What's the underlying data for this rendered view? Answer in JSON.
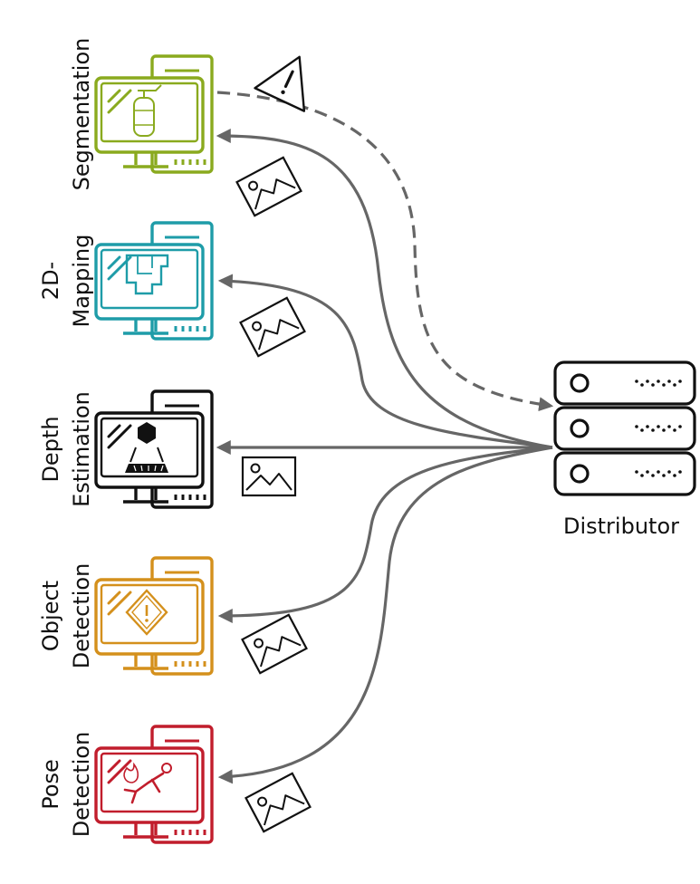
{
  "distributor": {
    "label": "Distributor",
    "color": "#111111"
  },
  "arrow_color": "#666666",
  "warning_icon": "warning-triangle-icon",
  "image_icon": "image-icon",
  "workers": [
    {
      "id": "segmentation",
      "lines": [
        "Segmentation"
      ],
      "color": "#8aaa1e",
      "screen_icon": "fire-extinguisher-icon",
      "feedback": "dashed-return-with-warning"
    },
    {
      "id": "2d-mapping",
      "lines": [
        "2D-",
        "Mapping"
      ],
      "color": "#1e9ca8",
      "screen_icon": "floor-plan-icon"
    },
    {
      "id": "depth-estimation",
      "lines": [
        "Depth",
        "Estimation"
      ],
      "color": "#111111",
      "screen_icon": "3d-projection-icon"
    },
    {
      "id": "object-detection",
      "lines": [
        "Object",
        "Detection"
      ],
      "color": "#d4901c",
      "screen_icon": "hazard-sign-icon"
    },
    {
      "id": "pose-detection",
      "lines": [
        "Pose",
        "Detection"
      ],
      "color": "#c11d2c",
      "screen_icon": "fallen-person-icon"
    }
  ]
}
